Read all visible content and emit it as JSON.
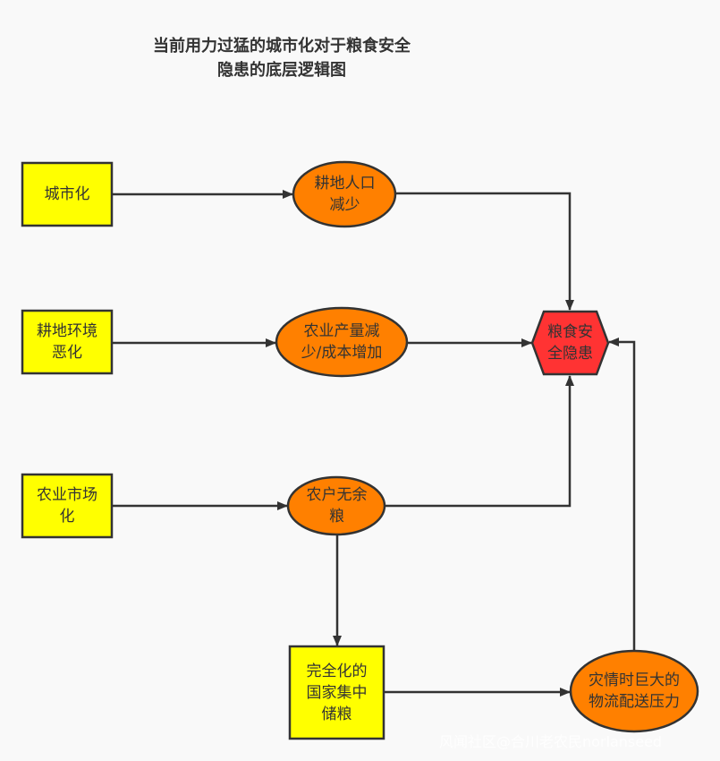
{
  "title": {
    "line1": "当前用力过猛的城市化对于粮食安全",
    "line2": "隐患的底层逻辑图"
  },
  "colors": {
    "cause_fill": "#ffff00",
    "effect_fill": "#ff8000",
    "result_fill": "#ff3333",
    "stroke": "#333333",
    "background": "#f9f9f9"
  },
  "nodes": {
    "urbanization": {
      "label": "城市化",
      "shape": "rectangle"
    },
    "farmland_env": {
      "label": "耕地环境\n恶化",
      "shape": "rectangle"
    },
    "agri_market": {
      "label": "农业市场\n化",
      "shape": "rectangle"
    },
    "state_storage": {
      "label": "完全化的\n国家集中\n储粮",
      "shape": "rectangle"
    },
    "farmland_pop": {
      "label": "耕地人口\n减少",
      "shape": "ellipse"
    },
    "output_cost": {
      "label": "农业产量减\n少/成本增加",
      "shape": "ellipse"
    },
    "no_surplus": {
      "label": "农户无余\n粮",
      "shape": "ellipse"
    },
    "logistics": {
      "label": "灾情时巨大的\n物流配送压力",
      "shape": "ellipse"
    },
    "food_security": {
      "label": "粮食安\n全隐患",
      "shape": "hexagon"
    }
  },
  "edges": [
    {
      "from": "urbanization",
      "to": "farmland_pop"
    },
    {
      "from": "farmland_env",
      "to": "output_cost"
    },
    {
      "from": "agri_market",
      "to": "no_surplus"
    },
    {
      "from": "farmland_pop",
      "to": "food_security"
    },
    {
      "from": "output_cost",
      "to": "food_security"
    },
    {
      "from": "no_surplus",
      "to": "food_security"
    },
    {
      "from": "no_surplus",
      "to": "state_storage"
    },
    {
      "from": "state_storage",
      "to": "logistics"
    },
    {
      "from": "logistics",
      "to": "food_security"
    }
  ],
  "watermark": "风闻社区@合川老农民norlanseed"
}
